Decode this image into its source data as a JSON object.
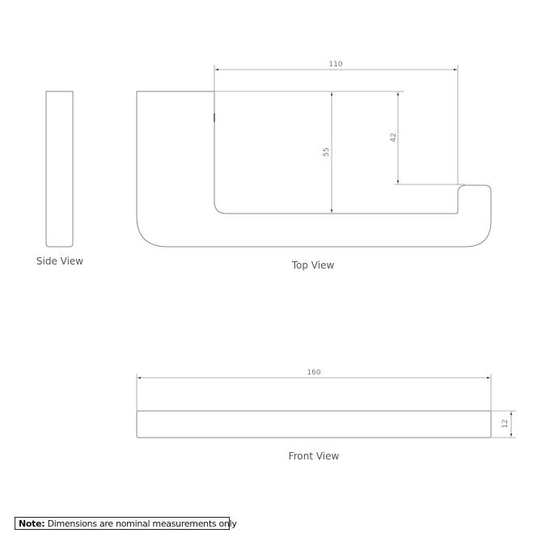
{
  "drawing": {
    "views": {
      "side": {
        "label": "Side View"
      },
      "top": {
        "label": "Top View"
      },
      "front": {
        "label": "Front View"
      }
    },
    "dimensions": {
      "top_width": "110",
      "top_depth_total": "55",
      "top_depth_opening": "42",
      "front_length": "160",
      "front_height": "12"
    },
    "note": {
      "prefix": "Note:",
      "text": " Dimensions are nominal measurements only"
    },
    "colors": {
      "outline": "#8a8a8a",
      "dimension": "#9a9a9a",
      "note_border": "#222222"
    }
  }
}
